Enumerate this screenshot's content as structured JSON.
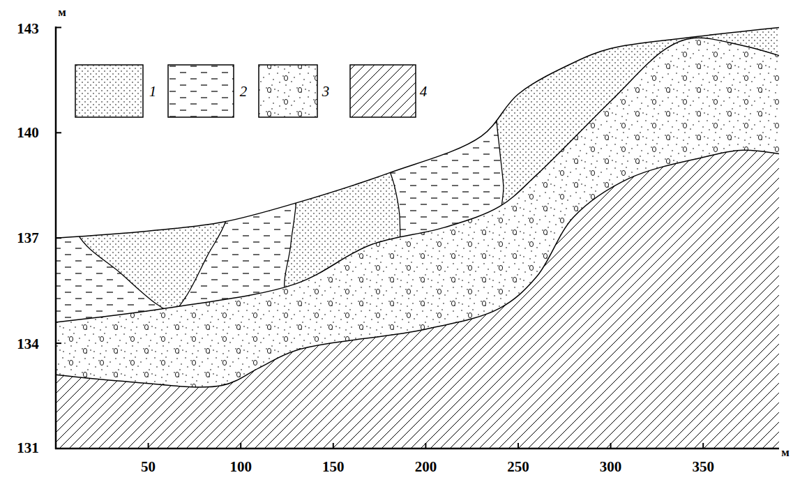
{
  "diagram": {
    "labels": [
      "м",
      "143",
      "140",
      "137",
      "134",
      "131",
      "50",
      "100",
      "150",
      "200",
      "250",
      "300",
      "350",
      "м"
    ],
    "legend": [
      {
        "text": "1"
      },
      {
        "text": "2"
      },
      {
        "text": "3"
      },
      {
        "text": "4"
      }
    ]
  }
}
